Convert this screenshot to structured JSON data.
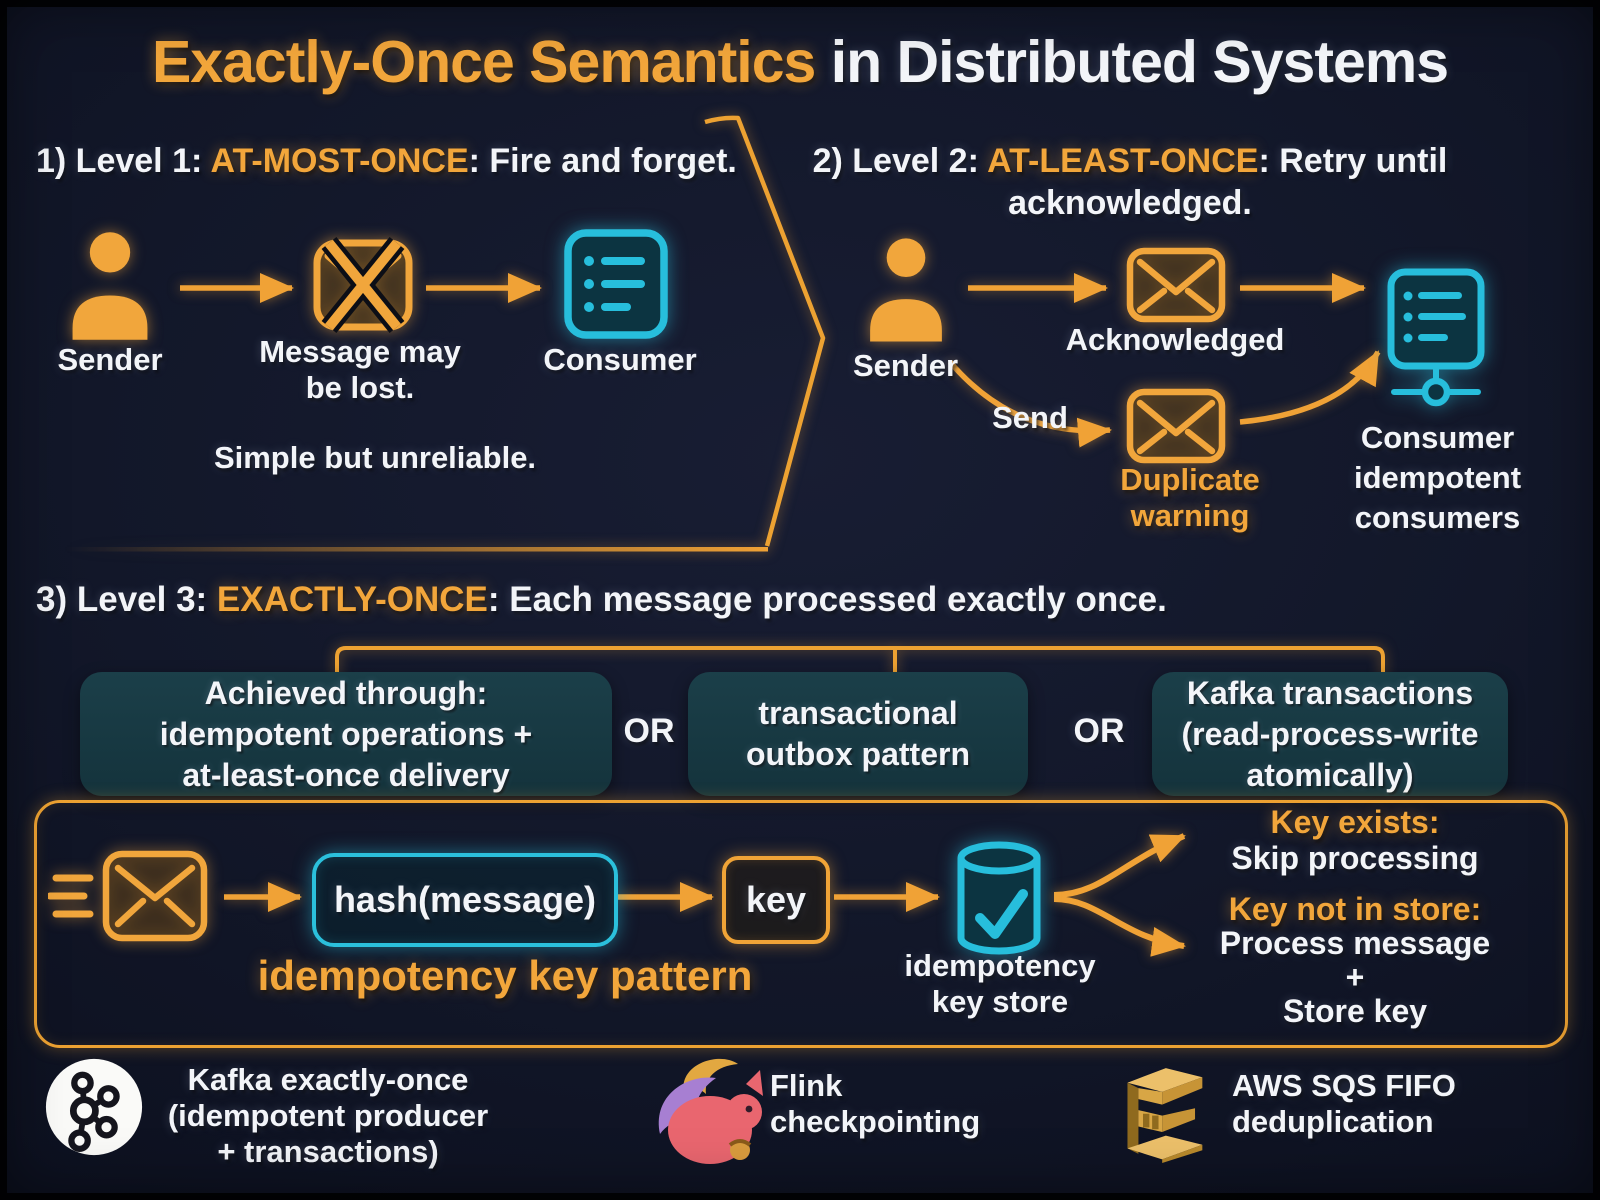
{
  "title": {
    "highlight": "Exactly-Once Semantics",
    "rest": "in Distributed Systems"
  },
  "levels": {
    "level1": {
      "num_prefix": "1) Level 1: ",
      "keyword": "AT-MOST-ONCE",
      "suffix": ": Fire and forget.",
      "sender": "Sender",
      "lost1": "Message may",
      "lost2": "be lost.",
      "consumer": "Consumer",
      "note": "Simple but unreliable."
    },
    "level2": {
      "num_prefix": "2) Level 2: ",
      "keyword": "AT-LEAST-ONCE",
      "suffix": ": Retry until",
      "suffix2": "acknowledged.",
      "sender": "Sender",
      "acknowledged": "Acknowledged",
      "send": "Send",
      "dup1": "Duplicate",
      "dup2": "warning",
      "consumer1": "Consumer",
      "consumer2": "idempotent",
      "consumer3": "consumers"
    },
    "level3": {
      "num_prefix": "3) Level 3: ",
      "keyword": "EXACTLY-ONCE",
      "suffix": ": Each message processed exactly once.",
      "option1": {
        "l1": "Achieved through:",
        "l2": "idempotent operations +",
        "l3": "at-least-once delivery"
      },
      "or1": "OR",
      "option2": {
        "l1": "transactional",
        "l2": "outbox pattern"
      },
      "or2": "OR",
      "option3": {
        "l1": "Kafka transactions",
        "l2": "(read-process-write",
        "l3": "atomically)"
      }
    }
  },
  "idempotency": {
    "hash_label": "hash(message)",
    "key_label": "key",
    "store1": "idempotency",
    "store2": "key store",
    "pattern": "idempotency key pattern",
    "exists_title": "Key exists:",
    "exists_action": "Skip processing",
    "notfound_title": "Key not in store:",
    "notfound_l1": "Process message",
    "notfound_l2": "+",
    "notfound_l3": "Store key"
  },
  "footer": {
    "kafka1": "Kafka exactly-once",
    "kafka2": "(idempotent producer",
    "kafka3": "+ transactions)",
    "flink1": "Flink",
    "flink2": "checkpointing",
    "aws1": "AWS SQS FIFO",
    "aws2": "deduplication"
  },
  "colors": {
    "background": "#12172B",
    "orange": "#F2A63B",
    "cyan": "#2BC0DC",
    "teal_box": "#16363F",
    "white": "#F3F5F9"
  },
  "icons": {
    "sender": "person-icon",
    "lost_message": "envelope-x-icon",
    "consumer_list": "list-panel-icon",
    "message": "envelope-icon",
    "consumer_node": "networked-monitor-icon",
    "flying_message": "envelope-speedlines-icon",
    "key_store": "database-check-icon",
    "kafka": "kafka-logo",
    "flink": "flink-squirrel-logo",
    "aws_sqs": "aws-sqs-logo"
  }
}
